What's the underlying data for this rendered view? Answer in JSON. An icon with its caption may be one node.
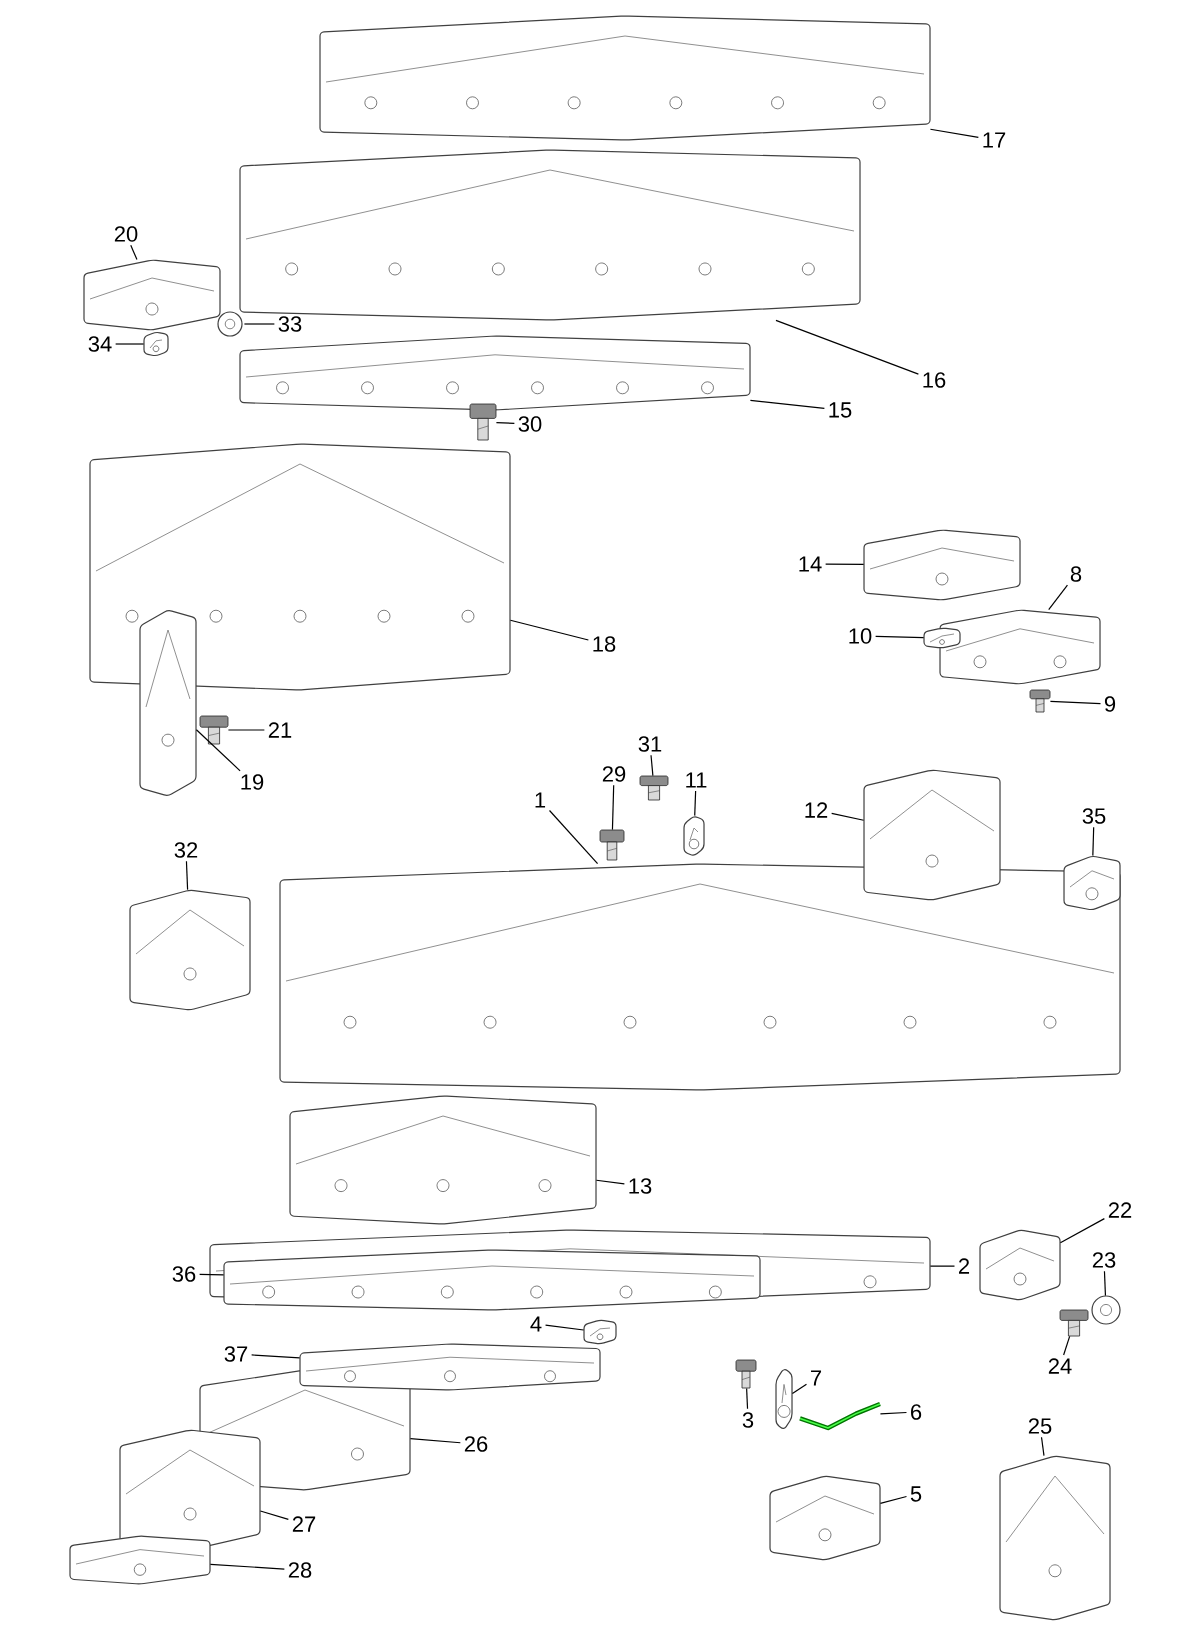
{
  "diagram": {
    "nodes": [
      {
        "text": [
          "17"
        ]
      },
      {
        "text": [],
        "shape": "picture"
      },
      {
        "text": [
          "16"
        ]
      },
      {
        "text": [],
        "shape": "picture"
      },
      {
        "text": [
          "20"
        ]
      },
      {
        "text": [],
        "shape": "picture"
      },
      {
        "text": [
          "33"
        ]
      },
      {
        "text": [],
        "shape": "picture"
      },
      {
        "text": [
          "34"
        ]
      },
      {
        "text": [],
        "shape": "picture"
      },
      {
        "text": [
          "15"
        ]
      },
      {
        "text": [],
        "shape": "picture"
      },
      {
        "text": [
          "30"
        ]
      },
      {
        "text": [],
        "shape": "picture"
      },
      {
        "text": [
          "14"
        ]
      },
      {
        "text": [],
        "shape": "picture"
      },
      {
        "text": [
          "8"
        ]
      },
      {
        "text": [],
        "shape": "picture"
      },
      {
        "text": [
          "18"
        ]
      },
      {
        "text": [],
        "shape": "picture"
      },
      {
        "text": [
          "10"
        ]
      },
      {
        "text": [],
        "shape": "picture"
      },
      {
        "text": [
          "9"
        ]
      },
      {
        "text": [],
        "shape": "picture"
      },
      {
        "text": [
          "21"
        ]
      },
      {
        "text": [],
        "shape": "picture"
      },
      {
        "text": [
          "19"
        ]
      },
      {
        "text": [],
        "shape": "picture"
      },
      {
        "text": [
          "31"
        ]
      },
      {
        "text": [],
        "shape": "picture"
      },
      {
        "text": [
          "29"
        ]
      },
      {
        "text": [],
        "shape": "picture"
      },
      {
        "text": [
          "11"
        ]
      },
      {
        "text": [],
        "shape": "picture"
      },
      {
        "text": [
          "1"
        ]
      },
      {
        "text": [],
        "shape": "picture"
      },
      {
        "text": [
          "12"
        ]
      },
      {
        "text": [],
        "shape": "picture"
      },
      {
        "text": [
          "35"
        ]
      },
      {
        "text": [],
        "shape": "picture"
      },
      {
        "text": [
          "32"
        ]
      },
      {
        "text": [],
        "shape": "picture"
      },
      {
        "text": [
          "22"
        ]
      },
      {
        "text": [],
        "shape": "picture"
      },
      {
        "text": [
          "13"
        ]
      },
      {
        "text": [],
        "shape": "picture"
      },
      {
        "text": [
          "23"
        ]
      },
      {
        "text": [],
        "shape": "picture"
      },
      {
        "text": [
          "36"
        ]
      },
      {
        "text": [],
        "shape": "picture"
      },
      {
        "text": [
          "2"
        ]
      },
      {
        "text": [],
        "shape": "picture"
      },
      {
        "text": [
          "24"
        ]
      },
      {
        "text": [],
        "shape": "picture"
      },
      {
        "text": [
          "4"
        ]
      },
      {
        "text": [],
        "shape": "picture"
      },
      {
        "text": [
          "37"
        ]
      },
      {
        "text": [],
        "shape": "picture"
      },
      {
        "text": [
          "7"
        ]
      },
      {
        "text": [],
        "shape": "picture"
      },
      {
        "text": [
          "3"
        ]
      },
      {
        "text": [],
        "shape": "picture"
      },
      {
        "text": [
          "6"
        ]
      },
      {
        "text": [],
        "shape": "picture"
      },
      {
        "text": [
          "26"
        ]
      },
      {
        "text": [],
        "shape": "picture"
      },
      {
        "text": [
          "25"
        ]
      },
      {
        "text": [],
        "shape": "picture"
      },
      {
        "text": [
          "5"
        ]
      },
      {
        "text": [],
        "shape": "picture"
      },
      {
        "text": [
          "27"
        ]
      },
      {
        "text": [],
        "shape": "picture"
      },
      {
        "text": [
          "28"
        ]
      },
      {
        "text": [],
        "shape": "picture"
      }
    ],
    "edges": [
      {
        "from": 0,
        "to": 1,
        "arrow": "none"
      },
      {
        "from": 2,
        "to": 3,
        "arrow": "none"
      },
      {
        "from": 4,
        "to": 5,
        "arrow": "none"
      },
      {
        "from": 6,
        "to": 7,
        "arrow": "none"
      },
      {
        "from": 8,
        "to": 9,
        "arrow": "none"
      },
      {
        "from": 10,
        "to": 11,
        "arrow": "none"
      },
      {
        "from": 12,
        "to": 13,
        "arrow": "none"
      },
      {
        "from": 14,
        "to": 15,
        "arrow": "none"
      },
      {
        "from": 16,
        "to": 17,
        "arrow": "none"
      },
      {
        "from": 18,
        "to": 19,
        "arrow": "none"
      },
      {
        "from": 20,
        "to": 21,
        "arrow": "none"
      },
      {
        "from": 22,
        "to": 23,
        "arrow": "none"
      },
      {
        "from": 24,
        "to": 25,
        "arrow": "none"
      },
      {
        "from": 26,
        "to": 27,
        "arrow": "none"
      },
      {
        "from": 28,
        "to": 29,
        "arrow": "none"
      },
      {
        "from": 30,
        "to": 31,
        "arrow": "none"
      },
      {
        "from": 32,
        "to": 33,
        "arrow": "none"
      },
      {
        "from": 34,
        "to": 35,
        "arrow": "none"
      },
      {
        "from": 36,
        "to": 37,
        "arrow": "none"
      },
      {
        "from": 38,
        "to": 39,
        "arrow": "none"
      },
      {
        "from": 40,
        "to": 41,
        "arrow": "none"
      },
      {
        "from": 42,
        "to": 43,
        "arrow": "none"
      },
      {
        "from": 44,
        "to": 45,
        "arrow": "none"
      },
      {
        "from": 46,
        "to": 47,
        "arrow": "none"
      },
      {
        "from": 48,
        "to": 49,
        "arrow": "none"
      },
      {
        "from": 50,
        "to": 51,
        "arrow": "none"
      },
      {
        "from": 52,
        "to": 53,
        "arrow": "none"
      },
      {
        "from": 54,
        "to": 55,
        "arrow": "none"
      },
      {
        "from": 56,
        "to": 57,
        "arrow": "none"
      },
      {
        "from": 58,
        "to": 59,
        "arrow": "none"
      },
      {
        "from": 60,
        "to": 61,
        "arrow": "none"
      },
      {
        "from": 62,
        "to": 63,
        "arrow": "none"
      },
      {
        "from": 64,
        "to": 65,
        "arrow": "none"
      },
      {
        "from": 66,
        "to": 67,
        "arrow": "none"
      },
      {
        "from": 68,
        "to": 69,
        "arrow": "none"
      },
      {
        "from": 70,
        "to": 71,
        "arrow": "none"
      },
      {
        "from": 72,
        "to": 73,
        "arrow": "none"
      }
    ]
  }
}
